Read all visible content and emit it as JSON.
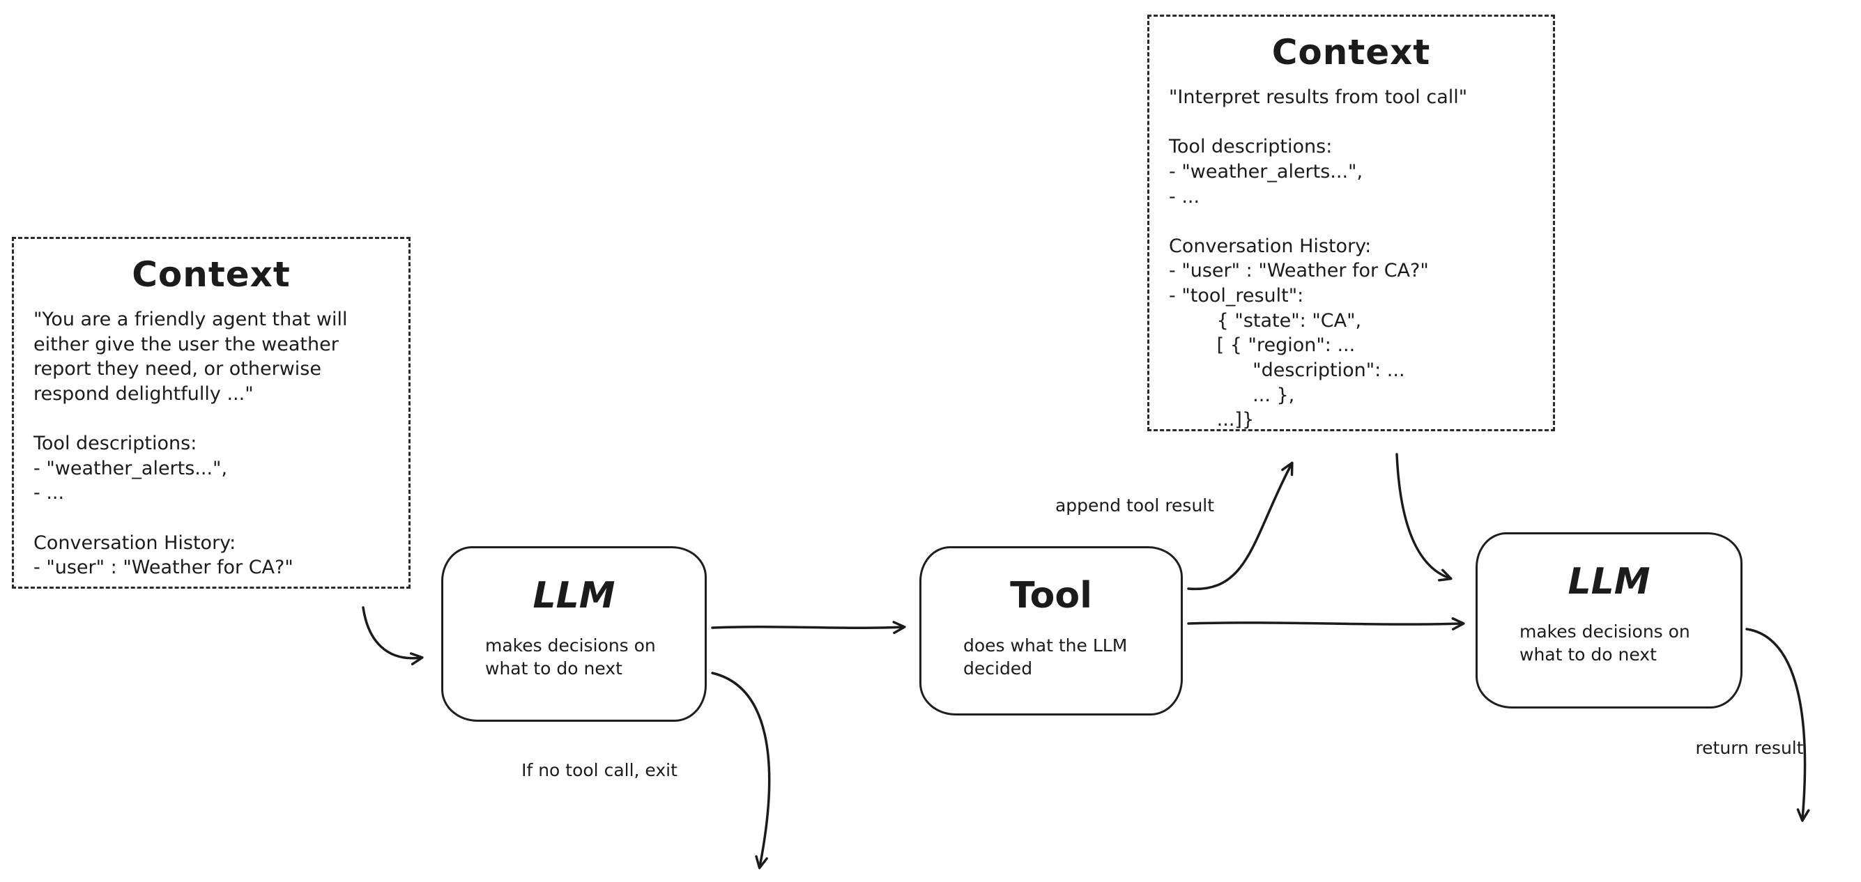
{
  "context_left": {
    "title": "Context",
    "body": [
      "\"You are a friendly agent that will",
      "either give the user the weather",
      "report they need, or otherwise",
      "respond delightfully ...\"",
      "",
      "Tool descriptions:",
      "- \"weather_alerts...\",",
      "- ...",
      "",
      "Conversation History:",
      "- \"user\" : \"Weather for CA?\""
    ]
  },
  "context_top": {
    "title": "Context",
    "body": [
      "\"Interpret results from tool call\"",
      "",
      "Tool descriptions:",
      "- \"weather_alerts...\",",
      "- ...",
      "",
      "Conversation History:",
      "- \"user\" : \"Weather for CA?\"",
      "- \"tool_result\":",
      "        { \"state\": \"CA\",",
      "        [ { \"region\": ...",
      "              \"description\": ...",
      "              ... },",
      "        ...]}"
    ]
  },
  "nodes": {
    "llm1": {
      "title": "LLM",
      "subtitle": [
        "makes decisions on",
        "what to do next"
      ]
    },
    "tool": {
      "title": "Tool",
      "subtitle": [
        "does what the LLM",
        "decided"
      ]
    },
    "llm2": {
      "title": "LLM",
      "subtitle": [
        "makes decisions on",
        "what to do next"
      ]
    }
  },
  "labels": {
    "append_tool_result": "append tool result",
    "if_no_tool_exit": "If no tool call, exit",
    "return_result": "return result"
  },
  "colors": {
    "ink": "#1b1b1b",
    "background": "#ffffff"
  }
}
